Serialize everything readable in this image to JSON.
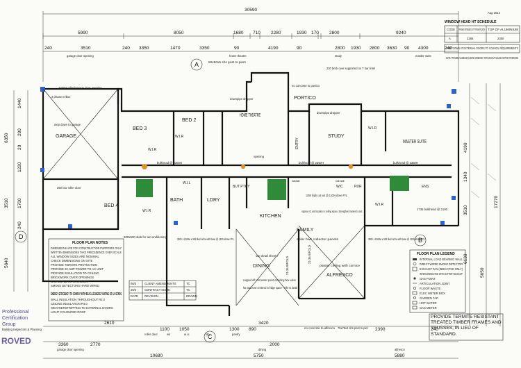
{
  "header": {
    "top_note": "Aug 2012",
    "overall_width": "30590",
    "window_schedule_title": "WINDOW HEAD HT SCHEDULE",
    "schedule_cols": [
      "CODE",
      "FRAME OPENING HT FROM FLOOR",
      "TOP OF ALUMINIUM"
    ],
    "schedule_row": [
      "A",
      "2285",
      "2350"
    ],
    "notes": [
      "STEP DOWN AT EXTERNAL DOORS TO COUNCIL REQUIREMENTS",
      "NOTE: PROVIDE ALUMINIUM SLIDING WINDOWS THROUGHOUT UNLESS NOTED OTHERWISE"
    ]
  },
  "dims_top": [
    "5990",
    "8050",
    "1680",
    "710",
    "2280",
    "1930",
    "170",
    "2800",
    "9240"
  ],
  "dims_top2": [
    "240",
    "3510",
    "240",
    "3350",
    "1470",
    "3350",
    "90",
    "4190",
    "90",
    "2800",
    "1930",
    "2800",
    "3630",
    "90",
    "4300",
    "240"
  ],
  "dims_top_labels": [
    "garage door opening",
    "home theatre",
    "study",
    "master suite"
  ],
  "dims_bottom": [
    "2610",
    "1100",
    "1050",
    "3420",
    "1300",
    "890",
    "2390",
    "240",
    "3360",
    "2770",
    "10680",
    "2000",
    "5750",
    "5880"
  ],
  "dims_bottom_labels": [
    "garage door opening",
    "wir",
    "w.i.r.",
    "ldry",
    "pantry",
    "dining",
    "roller door",
    "alfresco"
  ],
  "grid_markers": [
    "A",
    "B",
    "C",
    "D"
  ],
  "left_dims": [
    "6350",
    "3510",
    "1220",
    "290",
    "1440",
    "20",
    "5640",
    "1700",
    "240"
  ],
  "right_dims": [
    "4190",
    "1340",
    "17270",
    "3510",
    "6130",
    "5650"
  ],
  "rooms": {
    "garage": "GARAGE",
    "bed3": "BED 3",
    "bed2": "BED 2",
    "home_theatre": "HOME THEATRE",
    "portico": "PORTICO",
    "study": "STUDY",
    "master": "MASTER SUITE",
    "bed4": "BED 4",
    "kitchen": "KITCHEN",
    "family": "FAMILY",
    "dining": "DINING",
    "alfresco": "ALFRESCO",
    "bath": "BATH",
    "ldry": "LDRY",
    "entry": "ENTRY",
    "wir1": "W.I.R",
    "wir2": "W.I.R",
    "wir3": "W.I.R",
    "wir4": "W.I.R",
    "wir5": "W.I.R",
    "wil": "W.I.L",
    "butpry": "BUT PTRY",
    "wc": "W/C",
    "pdr": "PDR",
    "ens": "ENS"
  },
  "annotations": [
    "3 phase m/box",
    "2350H roller/garage door opening",
    "step down to garage",
    "350 low roller door",
    "50x50x5 shs post to piers",
    "230 brick over supported on T bar lintel",
    "no concrete to portico",
    "downpipe dropper",
    "cut out",
    "bulkhead @ 2350H",
    "1250 high cut out @ 1100 above FFL",
    "Approx AC unit location in ceiling space. Strengthen trusses to suit.",
    "solar hws collector panels",
    "300h x 2160w x 30d tiled niche with base @ 1200 above FFL",
    "900x500 slab for airconditioning",
    "see detail sheet 7",
    "capped off cold water point including box valve",
    "No stud zone centered in fridge space - refer to detail",
    "plaster ceiling with cornice",
    "21-36 BIFOLD",
    "no concrete to alfresco",
    "75x75x4 shs post to pier",
    "opening",
    "1735 bulkhead @ 2100",
    "cutout"
  ],
  "floor_plan_notes": {
    "title": "FLOOR PLAN NOTES",
    "items": [
      "DIMENSIONS ARE FOR CONSTRUCTION PURPOSES ONLY",
      "WRITTEN DIMENSIONS TAKE PRECEDENCE OVER SCALE",
      "ALL WINDOW SIZES ARE NOMINAL",
      "CHECK DIMENSIONS ON SITE",
      "PROVIDE TERMITE PROTECTION",
      "PROVIDE 20 AMP POWER TO AC UNIT",
      "PROVIDE INSULATION TO CEILING",
      "BRICKWORK OVER OPENINGS",
      "GAS OUTLETS AS SHOWN",
      "SMOKE DETECTORS HARD WIRED"
    ],
    "energy_title": "ENERGY EFFICIENCY TO COMPLY WITH BCA 3.12 ENERGY RATING OF 6.0 STARS",
    "energy_items": [
      "WALL INSULATION THROUGHOUT R2.0",
      "CEILING INSULATION R4.0",
      "WEATHERSTRIPPING TO EXTERNAL DOORS",
      "LIGHT COLOURED ROOF"
    ]
  },
  "amendments": {
    "rows": [
      {
        "num": "06/3",
        "desc": "CLIENT AMENDMENTS",
        "by": "TC"
      },
      {
        "num": "20/2",
        "desc": "CONTRACT ISSUE",
        "by": "TC"
      },
      {
        "num": "DATE",
        "desc": "REVISION",
        "by": "DRAWN"
      }
    ]
  },
  "legend": {
    "title": "FLOOR PLAN LEGEND",
    "items": [
      "INTERNAL LOAD BEARING WALL",
      "DIRECT WIRED SMOKE DETECTOR",
      "EXHAUST FAN (INDICATIVE ONLY)",
      "INTERCONNECTED WITH BATTERY BACKUP",
      "GAS POINT",
      "ARTICULATION JOINT",
      "FLOOR WASTE",
      "ELEC METER BOX",
      "GARDEN TAP",
      "HOT WATER",
      "GAS METER"
    ]
  },
  "termite_note": "PROVIDE TERMITE RESISTANT TREATED TIMBER FRAMES AND TRUSSES, IN LIEU OF STANDARD.",
  "certification": {
    "line1": "Professional",
    "line2": "Certification",
    "line3": "Group",
    "sub": "Building Inspectors & Planning",
    "stamp": "ROVED"
  },
  "colors": {
    "cut_out": "#2f8a3a",
    "corner_marker": "#2b63c8",
    "smoke_detector": "#d9952b",
    "stamp": "#6a5aa0"
  }
}
